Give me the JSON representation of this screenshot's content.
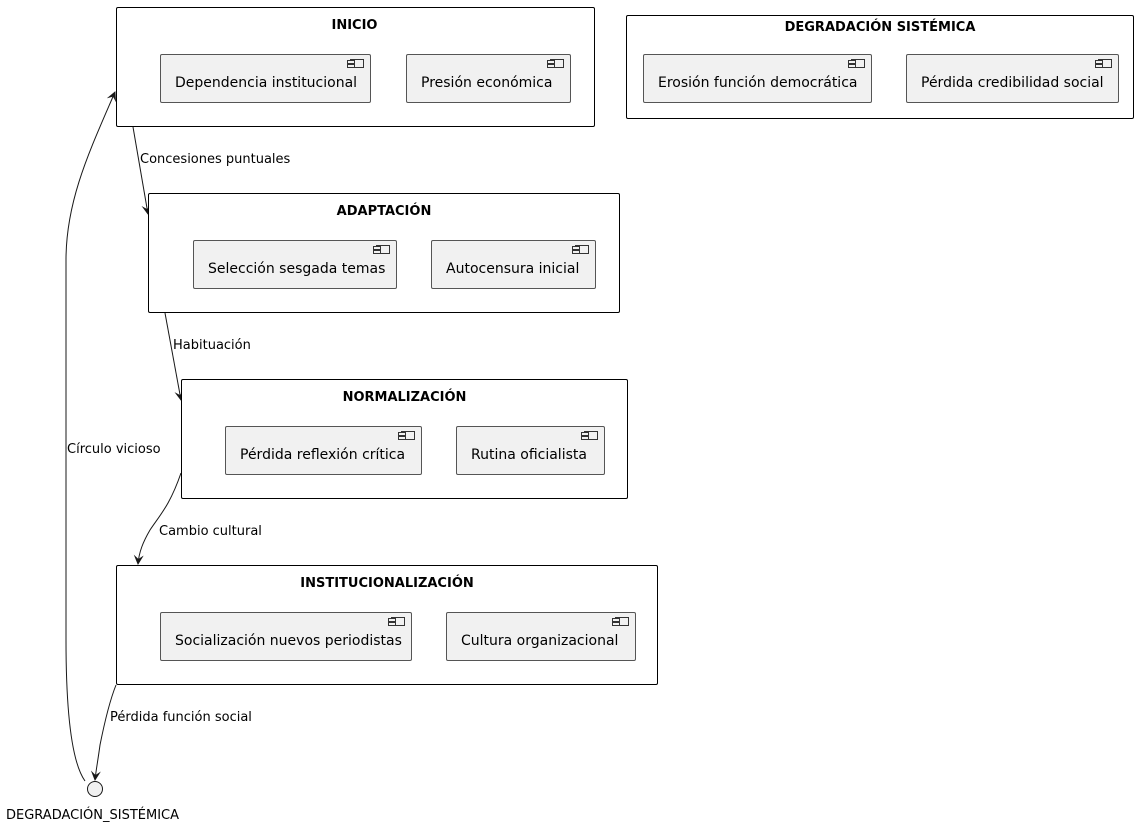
{
  "packages": {
    "inicio": {
      "title": "INICIO",
      "components": [
        "Dependencia institucional",
        "Presión económica"
      ]
    },
    "adaptacion": {
      "title": "ADAPTACIÓN",
      "components": [
        "Selección sesgada temas",
        "Autocensura inicial"
      ]
    },
    "normalizacion": {
      "title": "NORMALIZACIÓN",
      "components": [
        "Pérdida reflexión crítica",
        "Rutina oficialista"
      ]
    },
    "institucionalizacion": {
      "title": "INSTITUCIONALIZACIÓN",
      "components": [
        "Socialización nuevos periodistas",
        "Cultura organizacional"
      ]
    },
    "degradacion": {
      "title": "DEGRADACIÓN SISTÉMICA",
      "components": [
        "Erosión función democrática",
        "Pérdida credibilidad social"
      ]
    }
  },
  "edges": {
    "e1": "Concesiones puntuales",
    "e2": "Habituación",
    "e3": "Cambio cultural",
    "e4": "Pérdida función social",
    "e5": "Círculo vicioso"
  },
  "interface_node": {
    "label": "DEGRADACIÓN_SISTÉMICA"
  }
}
